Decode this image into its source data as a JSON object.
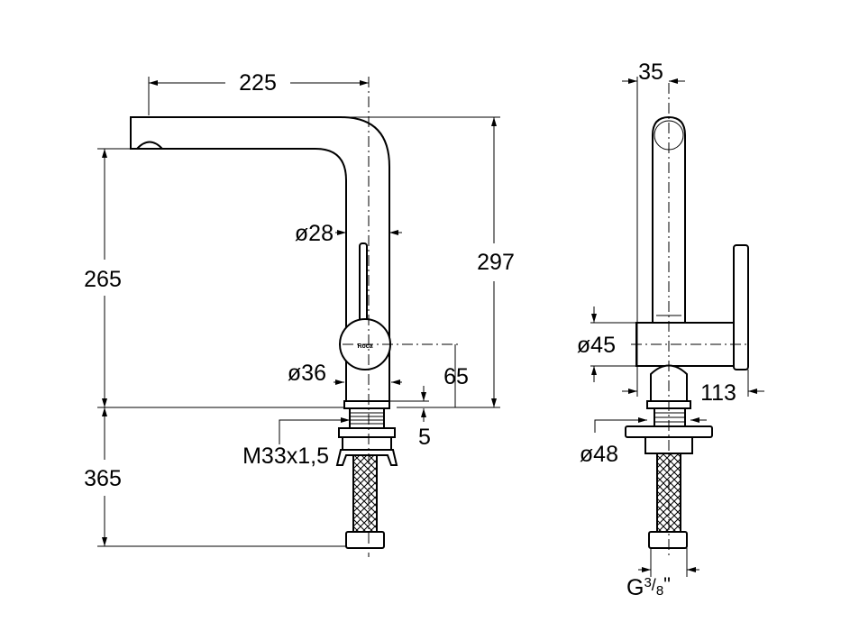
{
  "front_view": {
    "dims": {
      "spout_reach": "225",
      "total_height": "297",
      "spout_height": "265",
      "body_diameter": "ø28",
      "base_diameter": "ø36",
      "lever_axis_height": "65",
      "base_step": "5",
      "thread": "M33x1,5",
      "hose_length": "365"
    },
    "logo_text": "Roca"
  },
  "side_view": {
    "dims": {
      "tube_width": "35",
      "lever_block_height": "ø45",
      "lever_depth": "113",
      "flange_diameter": "ø48",
      "connection_prefix": "G",
      "connection_num": "3",
      "connection_den": "8",
      "connection_suffix": "\""
    }
  },
  "colors": {
    "line": "#000000",
    "background": "#ffffff"
  }
}
